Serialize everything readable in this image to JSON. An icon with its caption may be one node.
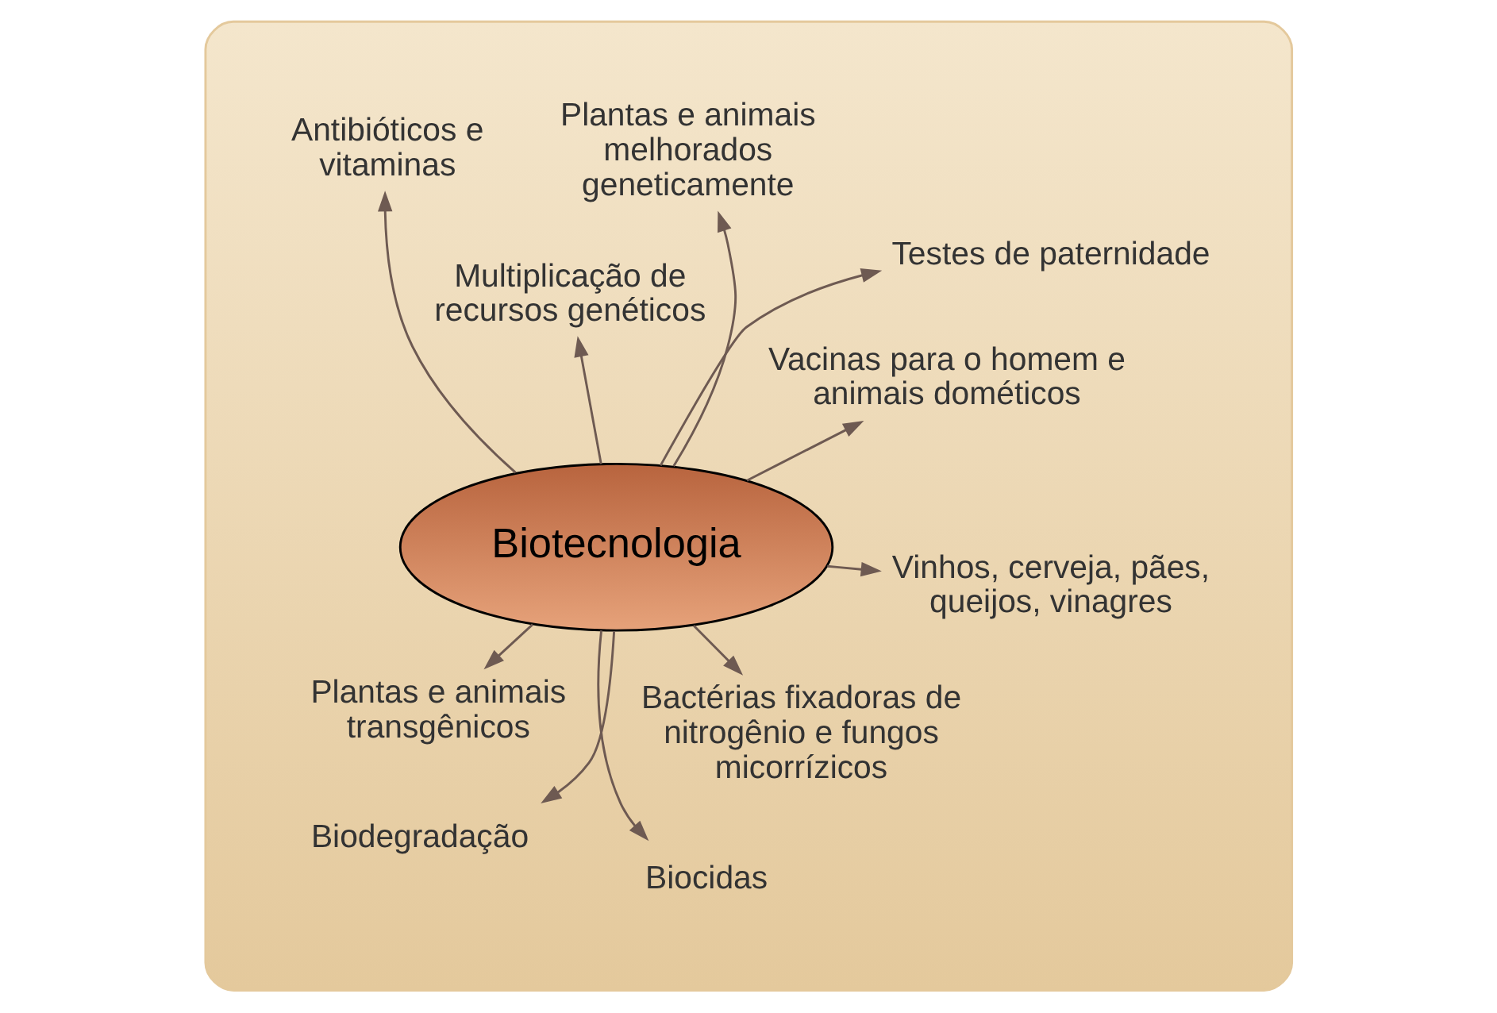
{
  "diagram": {
    "nodes": [
      {
        "text": [],
        "shape": "ellipse"
      },
      {
        "text": [
          "Biotecnologia"
        ],
        "in": 0
      },
      {
        "text": [
          "Vinhos, cerveja, pães, queijos, vinagres"
        ],
        "in": 0
      },
      {
        "text": [
          "Biodegradação"
        ],
        "in": 0
      },
      {
        "text": [
          "Multiplicação de recursos genéticos"
        ],
        "in": 0
      },
      {
        "text": [
          "Testes de paternidade"
        ],
        "in": 0
      },
      {
        "text": [
          "Plantas e animais transgênicos"
        ],
        "in": 0
      },
      {
        "text": [
          "Bactérias fixadoras de nitrogênio e fungos micorrízicos"
        ],
        "in": 0
      },
      {
        "text": [
          "Biocidas"
        ],
        "in": 0
      },
      {
        "text": [
          "Vacinas para o homem e animais dométicos"
        ],
        "in": 0
      },
      {
        "text": [
          "Plantas e animais melhorados geneticamente"
        ],
        "in": 0
      },
      {
        "text": [
          "Antibióticos e vitaminas"
        ],
        "in": 0
      }
    ],
    "edges": [
      {
        "from": 1,
        "to": 2,
        "arrow": "to"
      },
      {
        "from": 1,
        "to": 3,
        "arrow": "to"
      },
      {
        "from": 1,
        "to": 4,
        "arrow": "to"
      },
      {
        "from": 1,
        "to": 5,
        "arrow": "to"
      },
      {
        "from": 1,
        "to": 6,
        "arrow": "to"
      },
      {
        "from": 1,
        "to": 7,
        "arrow": "to"
      },
      {
        "from": 1,
        "to": 8,
        "arrow": "to"
      },
      {
        "from": 1,
        "to": 9,
        "arrow": "to"
      },
      {
        "from": 1,
        "to": 10,
        "arrow": "to"
      },
      {
        "from": 1,
        "to": 11,
        "arrow": "to"
      }
    ]
  }
}
